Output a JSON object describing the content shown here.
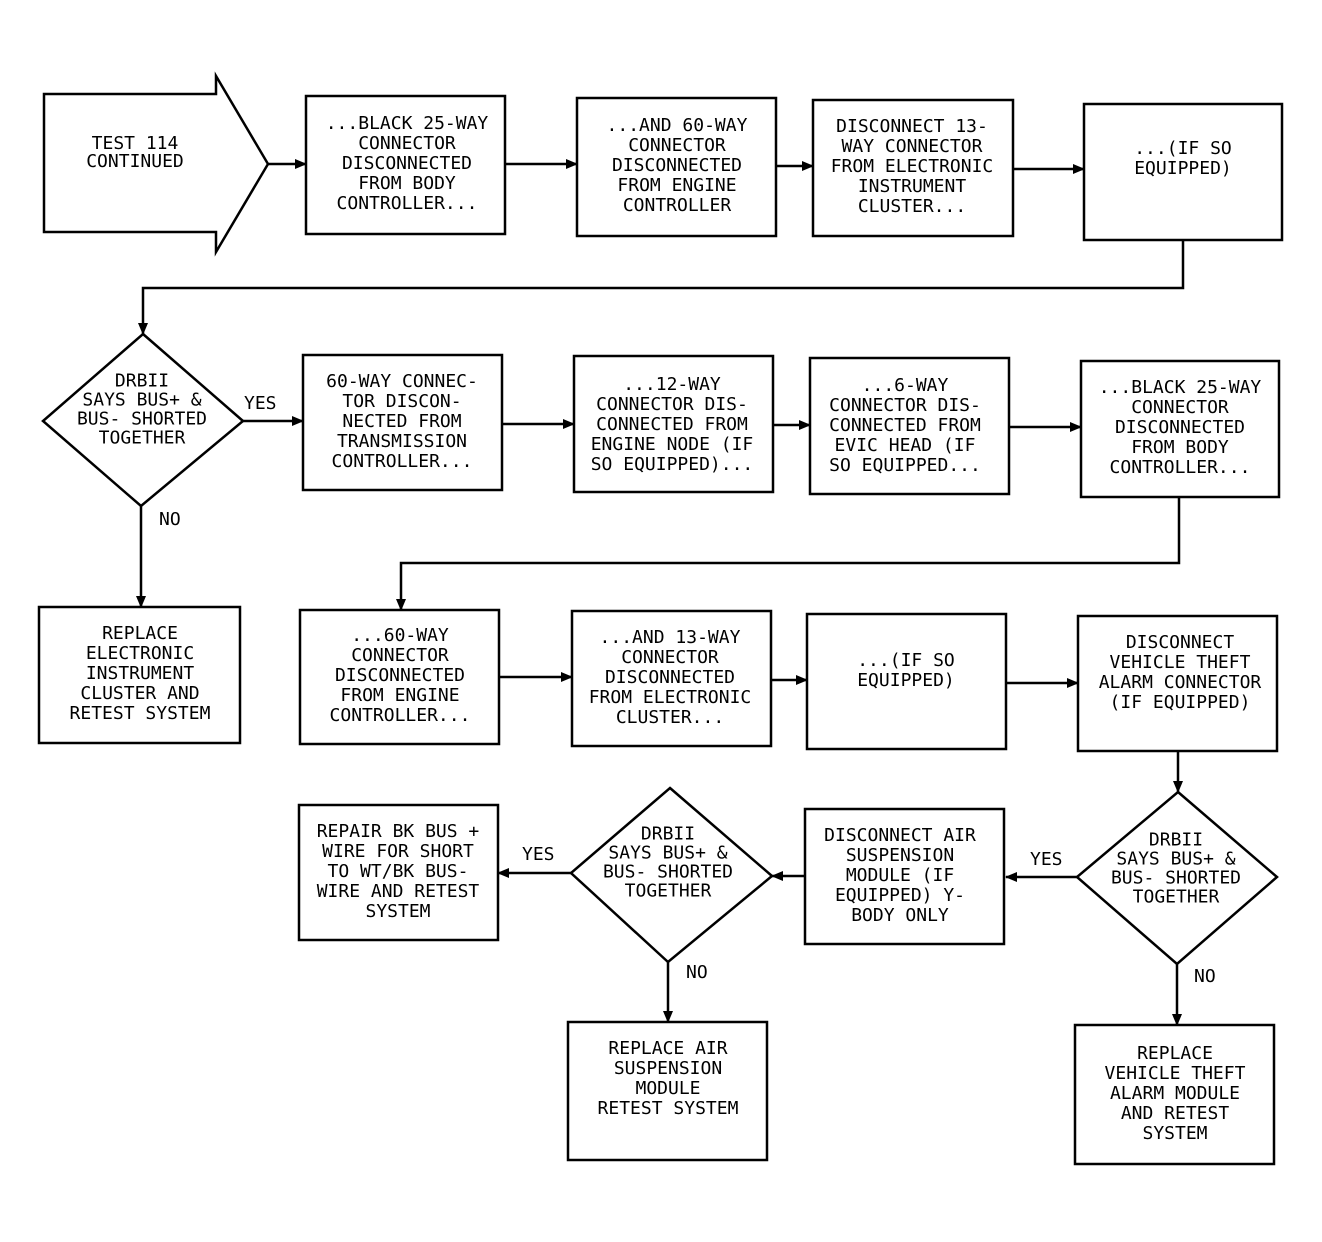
{
  "start": {
    "lines": [
      "TEST 114",
      "CONTINUED"
    ]
  },
  "row1": [
    {
      "lines": [
        "...BLACK 25-WAY",
        "CONNECTOR",
        "DISCONNECTED",
        "FROM BODY",
        "CONTROLLER..."
      ]
    },
    {
      "lines": [
        "...AND 60-WAY",
        "CONNECTOR",
        "DISCONNECTED",
        "FROM ENGINE",
        "CONTROLLER"
      ]
    },
    {
      "lines": [
        "DISCONNECT 13-",
        "WAY CONNECTOR",
        "FROM ELECTRONIC",
        "INSTRUMENT",
        "CLUSTER..."
      ]
    },
    {
      "lines": [
        "...(IF SO",
        "EQUIPPED)"
      ]
    }
  ],
  "decision1": {
    "lines": [
      "DRBII",
      "SAYS BUS+ &",
      "BUS- SHORTED",
      "TOGETHER"
    ],
    "yes": "YES",
    "no": "NO"
  },
  "replace_cluster": {
    "lines": [
      "REPLACE",
      "ELECTRONIC",
      "INSTRUMENT",
      "CLUSTER AND",
      "RETEST SYSTEM"
    ]
  },
  "row2": [
    {
      "lines": [
        "60-WAY CONNEC-",
        "TOR DISCON-",
        "NECTED FROM",
        "TRANSMISSION",
        "CONTROLLER..."
      ]
    },
    {
      "lines": [
        "...12-WAY",
        "CONNECTOR DIS-",
        "CONNECTED FROM",
        "ENGINE NODE (IF",
        "SO EQUIPPED)..."
      ]
    },
    {
      "lines": [
        "...6-WAY",
        "CONNECTOR DIS-",
        "CONNECTED FROM",
        "EVIC HEAD (IF",
        "SO EQUIPPED..."
      ]
    },
    {
      "lines": [
        "...BLACK 25-WAY",
        "CONNECTOR",
        "DISCONNECTED",
        "FROM BODY",
        "CONTROLLER..."
      ]
    }
  ],
  "row3": [
    {
      "lines": [
        "...60-WAY",
        "CONNECTOR",
        "DISCONNECTED",
        "FROM ENGINE",
        "CONTROLLER..."
      ]
    },
    {
      "lines": [
        "...AND 13-WAY",
        "CONNECTOR",
        "DISCONNECTED",
        "FROM ELECTRONIC",
        "CLUSTER..."
      ]
    },
    {
      "lines": [
        "...(IF SO",
        "EQUIPPED)"
      ]
    },
    {
      "lines": [
        "DISCONNECT",
        "VEHICLE THEFT",
        "ALARM CONNECTOR",
        "(IF EQUIPPED)"
      ]
    }
  ],
  "decision3": {
    "lines": [
      "DRBII",
      "SAYS BUS+ &",
      "BUS- SHORTED",
      "TOGETHER"
    ],
    "yes": "YES",
    "no": "NO"
  },
  "air_suspension": {
    "lines": [
      "DISCONNECT AIR",
      "SUSPENSION",
      "MODULE (IF",
      "EQUIPPED) Y-",
      "BODY ONLY"
    ]
  },
  "decision2": {
    "lines": [
      "DRBII",
      "SAYS BUS+ &",
      "BUS- SHORTED",
      "TOGETHER"
    ],
    "yes": "YES",
    "no": "NO"
  },
  "repair": {
    "lines": [
      "REPAIR BK BUS +",
      "WIRE FOR SHORT",
      "TO WT/BK BUS-",
      "WIRE AND RETEST",
      "SYSTEM"
    ]
  },
  "replace_air": {
    "lines": [
      "REPLACE AIR",
      "SUSPENSION",
      "MODULE",
      "RETEST SYSTEM"
    ]
  },
  "replace_alarm": {
    "lines": [
      "REPLACE",
      "VEHICLE THEFT",
      "ALARM MODULE",
      "AND RETEST",
      "SYSTEM"
    ]
  }
}
